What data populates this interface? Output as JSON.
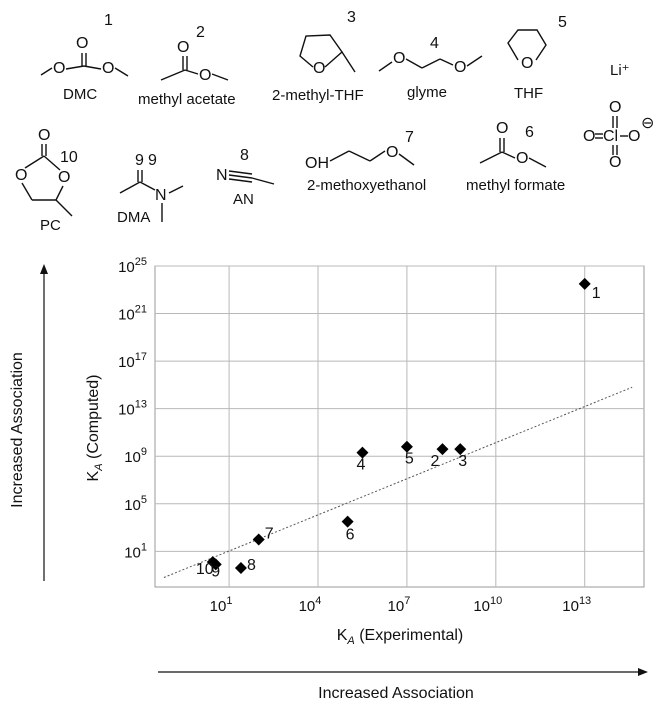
{
  "molecules": [
    {
      "num": "1",
      "name": "DMC"
    },
    {
      "num": "2",
      "name": "methyl acetate"
    },
    {
      "num": "3",
      "name": "2-methyl-THF"
    },
    {
      "num": "4",
      "name": "glyme"
    },
    {
      "num": "5",
      "name": "THF"
    },
    {
      "num": "",
      "name": "Li⁺"
    },
    {
      "num": "10",
      "name": "PC"
    },
    {
      "num": "9",
      "name": "DMA"
    },
    {
      "num": "8",
      "name": "AN"
    },
    {
      "num": "7",
      "name": "2-methoxyethanol"
    },
    {
      "num": "6",
      "name": "methyl formate"
    }
  ],
  "atoms": {
    "O": "O",
    "N": "N",
    "OH": "OH",
    "Cl": "Cl",
    "perchlorate_charge": "⊖"
  },
  "chart_data": {
    "type": "scatter",
    "xlabel": "K_A (Experimental)",
    "ylabel": "K_A (Computed)",
    "x_scale": "log10",
    "y_scale": "log10",
    "xlim_exp10": [
      -1.5,
      15
    ],
    "ylim_exp10": [
      -2,
      25
    ],
    "x_ticks": [
      {
        "base": "10",
        "exp": "1",
        "value": 1
      },
      {
        "base": "10",
        "exp": "4",
        "value": 4
      },
      {
        "base": "10",
        "exp": "7",
        "value": 7
      },
      {
        "base": "10",
        "exp": "10",
        "value": 10
      },
      {
        "base": "10",
        "exp": "13",
        "value": 13
      }
    ],
    "y_ticks": [
      {
        "base": "10",
        "exp": "1",
        "value": 1
      },
      {
        "base": "10",
        "exp": "5",
        "value": 5
      },
      {
        "base": "10",
        "exp": "9",
        "value": 9
      },
      {
        "base": "10",
        "exp": "13",
        "value": 13
      },
      {
        "base": "10",
        "exp": "17",
        "value": 17
      },
      {
        "base": "10",
        "exp": "21",
        "value": 21
      },
      {
        "base": "10",
        "exp": "25",
        "value": 25
      }
    ],
    "grid": true,
    "points": [
      {
        "label": "1",
        "log_x": 13.0,
        "log_y": 23.5
      },
      {
        "label": "2",
        "log_x": 8.2,
        "log_y": 9.6
      },
      {
        "label": "3",
        "log_x": 8.8,
        "log_y": 9.6
      },
      {
        "label": "4",
        "log_x": 5.5,
        "log_y": 9.3
      },
      {
        "label": "5",
        "log_x": 7.0,
        "log_y": 9.8
      },
      {
        "label": "6",
        "log_x": 5.0,
        "log_y": 3.5
      },
      {
        "label": "7",
        "log_x": 2.0,
        "log_y": 2.0
      },
      {
        "label": "8",
        "log_x": 1.4,
        "log_y": -0.4
      },
      {
        "label": "9",
        "log_x": 0.55,
        "log_y": -0.1
      },
      {
        "label": "10",
        "log_x": 0.45,
        "log_y": 0.1
      }
    ],
    "trendline": {
      "log_x": [
        -1.2,
        14.6
      ],
      "log_y": [
        -1.2,
        14.8
      ],
      "style": "dotted"
    }
  },
  "side_labels": {
    "vertical": "Increased Association",
    "horizontal": "Increased Association"
  }
}
